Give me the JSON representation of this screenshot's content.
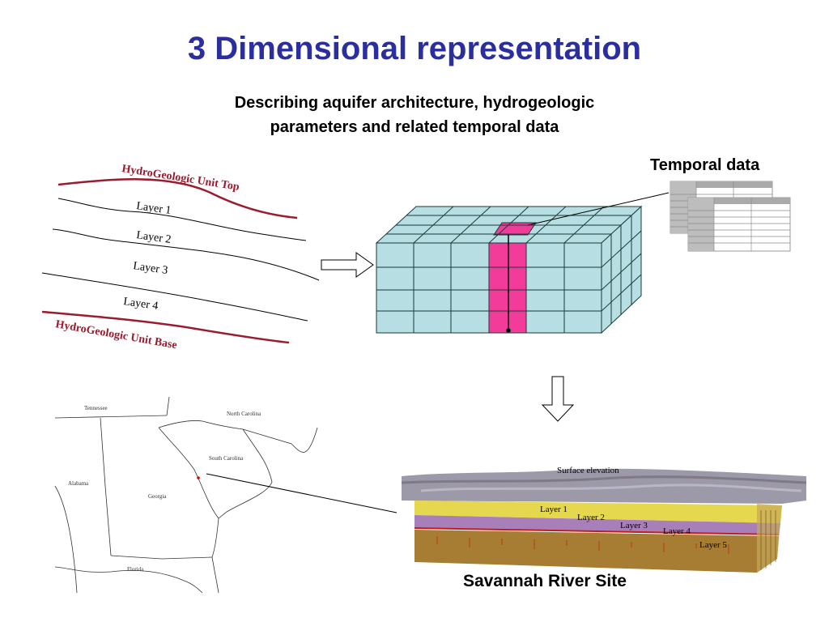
{
  "slide": {
    "title": "3 Dimensional representation",
    "subtitle_line1": "Describing aquifer architecture, hydrogeologic",
    "subtitle_line2": "parameters and related temporal data",
    "temporal_title": "Temporal data",
    "srs_title": "Savannah River Site"
  },
  "cross_section": {
    "unit_top": "HydroGeologic Unit Top",
    "unit_base": "HydroGeologic Unit Base",
    "layers": [
      "Layer 1",
      "Layer 2",
      "Layer 3",
      "Layer 4"
    ]
  },
  "map": {
    "labels": [
      "Tennessee",
      "North Carolina",
      "South Carolina",
      "Alabama",
      "Georgia",
      "Florida"
    ]
  },
  "model_3d": {
    "surface_label": "Surface  elevation",
    "layers": [
      "Layer 1",
      "Layer 2",
      "Layer 3",
      "Layer 4",
      "Layer 5"
    ]
  },
  "colors": {
    "title": "#2b2f9e",
    "grid_fill": "#b7dfe3",
    "highlight_column": "#f33c9a",
    "unit_boundary": "#9b1b2f"
  }
}
